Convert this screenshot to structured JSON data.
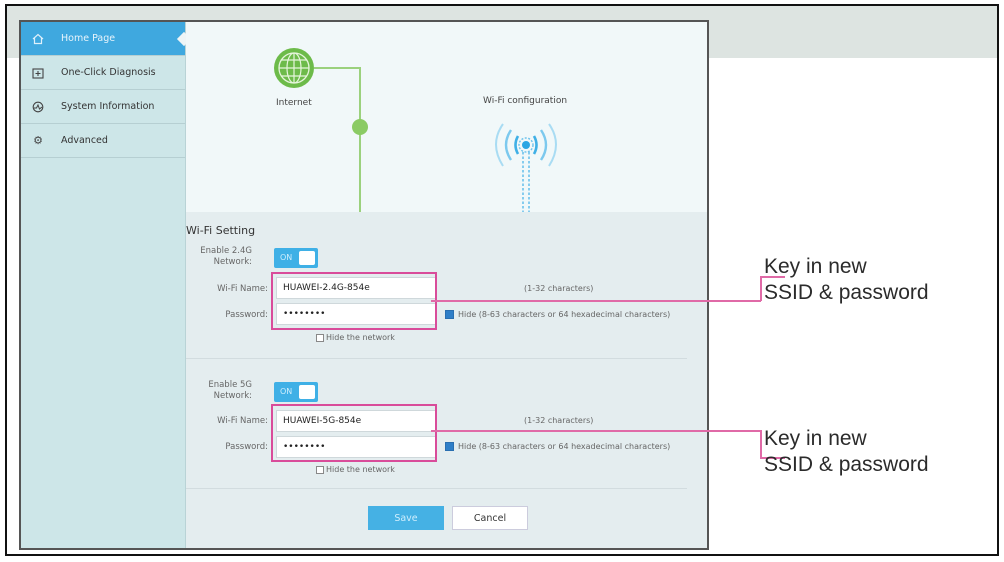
{
  "sidebar": {
    "items": [
      {
        "label": "Home Page",
        "icon": "home-icon",
        "active": true
      },
      {
        "label": "One-Click Diagnosis",
        "icon": "diagnosis-icon",
        "active": false
      },
      {
        "label": "System Information",
        "icon": "system-info-icon",
        "active": false
      },
      {
        "label": "Advanced",
        "icon": "gear-icon",
        "active": false
      }
    ]
  },
  "diagram": {
    "internet_label": "Internet",
    "wifi_label": "Wi-Fi configuration"
  },
  "wifi_setting": {
    "title": "Wi-Fi Setting",
    "band24": {
      "enable_label": "Enable 2.4G Network:",
      "toggle_label": "ON",
      "name_label": "Wi-Fi Name:",
      "name_value": "HUAWEI-2.4G-854e",
      "name_hint": "(1-32 characters)",
      "password_label": "Password:",
      "password_value": "••••••••",
      "hide_pw_label": "Hide (8-63 characters or 64 hexadecimal characters)",
      "hide_network_label": "Hide the network"
    },
    "band5": {
      "enable_label": "Enable 5G Network:",
      "toggle_label": "ON",
      "name_label": "Wi-Fi Name:",
      "name_value": "HUAWEI-5G-854e",
      "name_hint": "(1-32 characters)",
      "password_label": "Password:",
      "password_value": "••••••••",
      "hide_pw_label": "Hide (8-63 characters or 64 hexadecimal characters)",
      "hide_network_label": "Hide the network"
    },
    "save_label": "Save",
    "cancel_label": "Cancel"
  },
  "callouts": {
    "first": {
      "line1": "Key in new",
      "line2": "SSID & password"
    },
    "second": {
      "line1": "Key in new",
      "line2": "SSID & password"
    }
  },
  "colors": {
    "accent": "#3fa8df",
    "highlight": "#d94c9a",
    "internet_green": "#6dbb4a"
  }
}
